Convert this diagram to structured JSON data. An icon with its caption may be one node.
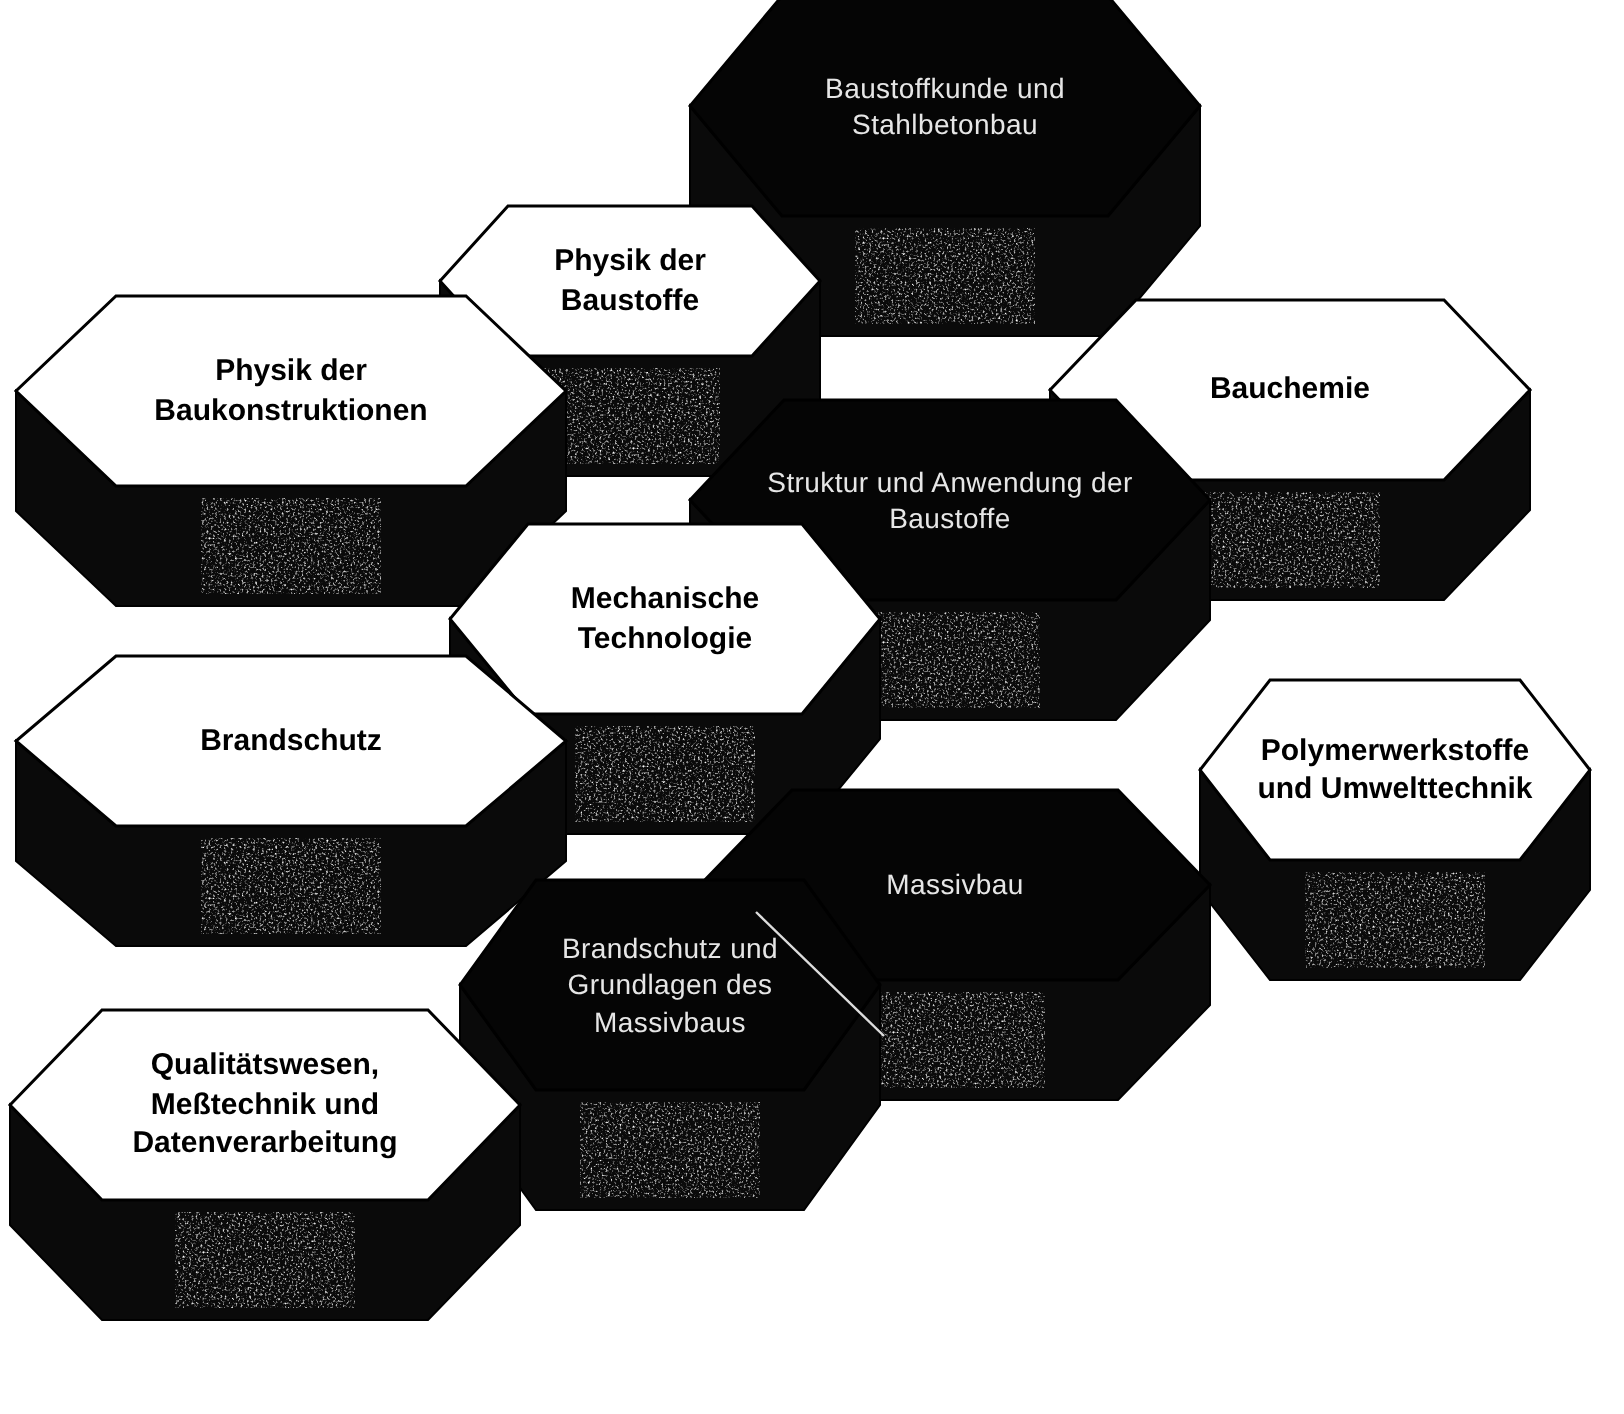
{
  "diagram": {
    "nodes": [
      {
        "text": [
          "Baustoffkunde und Stahlbetonbau"
        ]
      },
      {
        "text": [
          "Physik der Baustoffe"
        ]
      },
      {
        "text": [
          "Physik der Baukonstruktionen"
        ]
      },
      {
        "text": [
          "Bauchemie"
        ]
      },
      {
        "text": [
          "Struktur und Anwendung der Baustoffe"
        ]
      },
      {
        "text": [
          "Mechanische Technologie"
        ]
      },
      {
        "text": [
          "Brandschutz"
        ]
      },
      {
        "text": [
          "Polymerwerkstoffe und Umwelttechnik"
        ]
      },
      {
        "text": [
          "Massivbau"
        ]
      },
      {
        "text": [
          "Brandschutz und Grundlagen des Massivbaus"
        ]
      },
      {
        "text": [
          "Qualitätswesen, Meßtechnik und Datenverarbeitung"
        ]
      }
    ]
  }
}
